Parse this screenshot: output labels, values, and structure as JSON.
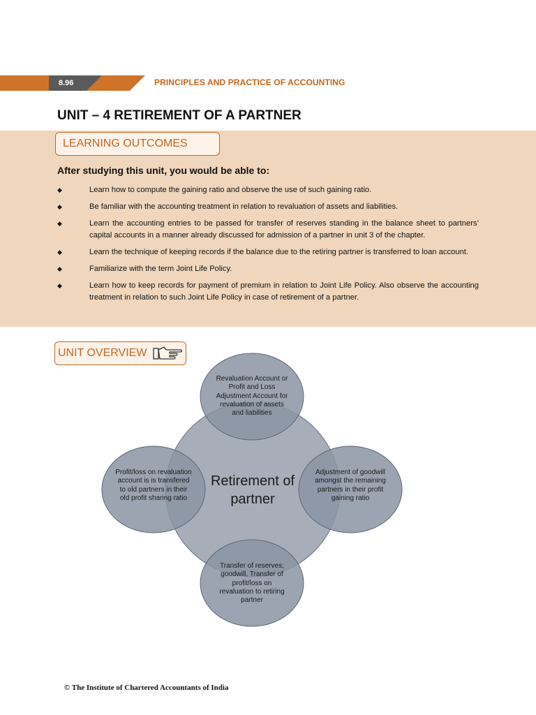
{
  "header": {
    "page_number": "8.96",
    "running_title": "PRINCIPLES AND PRACTICE OF ACCOUNTING",
    "band_color": "#d0732a"
  },
  "unit_title": "UNIT – 4 RETIREMENT OF A PARTNER",
  "learning_outcomes": {
    "heading": "LEARNING OUTCOMES",
    "intro": "After studying this unit, you would be able to:",
    "bullet_symbol": "◆",
    "items": [
      "Learn how to compute the gaining ratio and observe the use of such gaining ratio.",
      "Be familiar with the accounting treatment in relation to revaluation of assets and liabilities.",
      "Learn the accounting entries to be passed for transfer of reserves standing in the balance sheet to partners’ capital accounts in a manner already discussed for admission of a partner in unit 3 of the chapter.",
      "Learn the technique of keeping records if the balance due to the retiring partner is transferred to loan account.",
      "Familiarize with the term Joint Life Policy.",
      "Learn how to keep records for payment of premium in relation to Joint Life Policy. Also observe the accounting treatment in relation to such Joint Life Policy in case of retirement of a partner."
    ],
    "band_color": "#efd6bc"
  },
  "unit_overview": {
    "heading": "UNIT OVERVIEW",
    "icon": "pointing-hand-icon"
  },
  "diagram": {
    "center": "Retirement of partner",
    "top": "Revaluation Account or Profit and Loss Adjustment Account for revaluation of assets and liabilities",
    "right": "Adjustment of goodwill amongst the remaining partners in their profit gaining ratio",
    "bottom": "Transfer of reserves; goodwill, Transfer of profit/loss on revaluation to retiring partner",
    "left": "Profit/loss on revaluation account is is transfered to old partners in their old profit sharing ratio"
  },
  "footer": "© The Institute of Chartered Accountants of India"
}
